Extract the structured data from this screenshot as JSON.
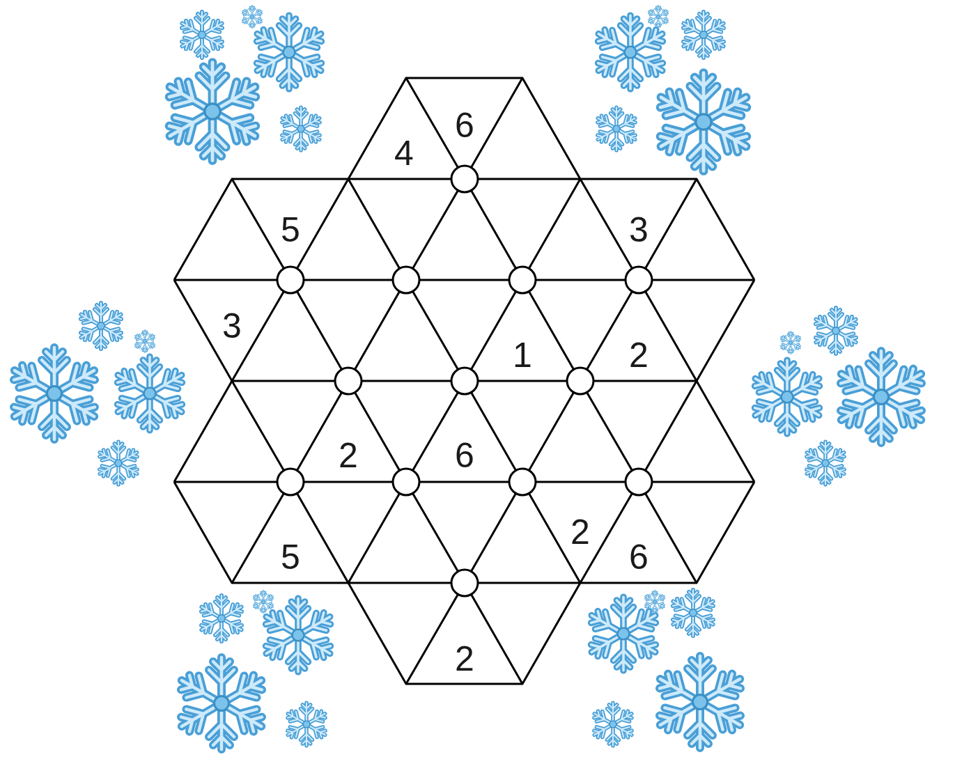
{
  "diagram": {
    "labels": [
      "6",
      "4",
      "5",
      "3",
      "3",
      "1",
      "2",
      "2",
      "6",
      "2",
      "5",
      "6",
      "2"
    ]
  }
}
